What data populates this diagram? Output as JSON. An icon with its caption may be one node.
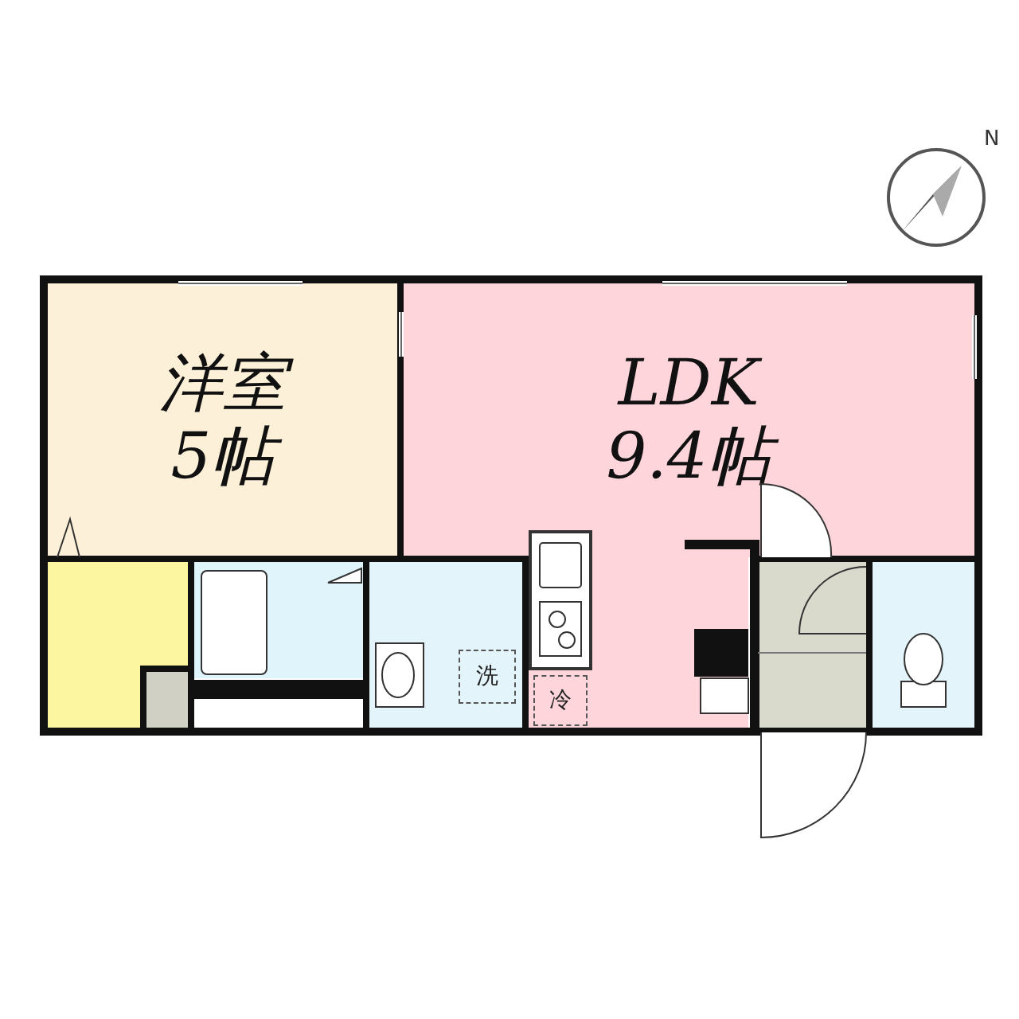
{
  "diagram": {
    "nodes": [
      {
        "text": [
          "洋室",
          "5帖"
        ]
      },
      {
        "text": [
          "LDK",
          "9.4帖"
        ]
      },
      {
        "text": [],
        "shape": "box"
      },
      {
        "text": [],
        "shape": "box"
      },
      {
        "text": [],
        "shape": "box"
      },
      {
        "text": [
          "洗"
        ],
        "in": 4
      },
      {
        "text": [
          "冷"
        ]
      },
      {
        "text": [],
        "shape": "box"
      },
      {
        "text": [],
        "shape": "box"
      }
    ],
    "labels": [
      "N"
    ]
  }
}
